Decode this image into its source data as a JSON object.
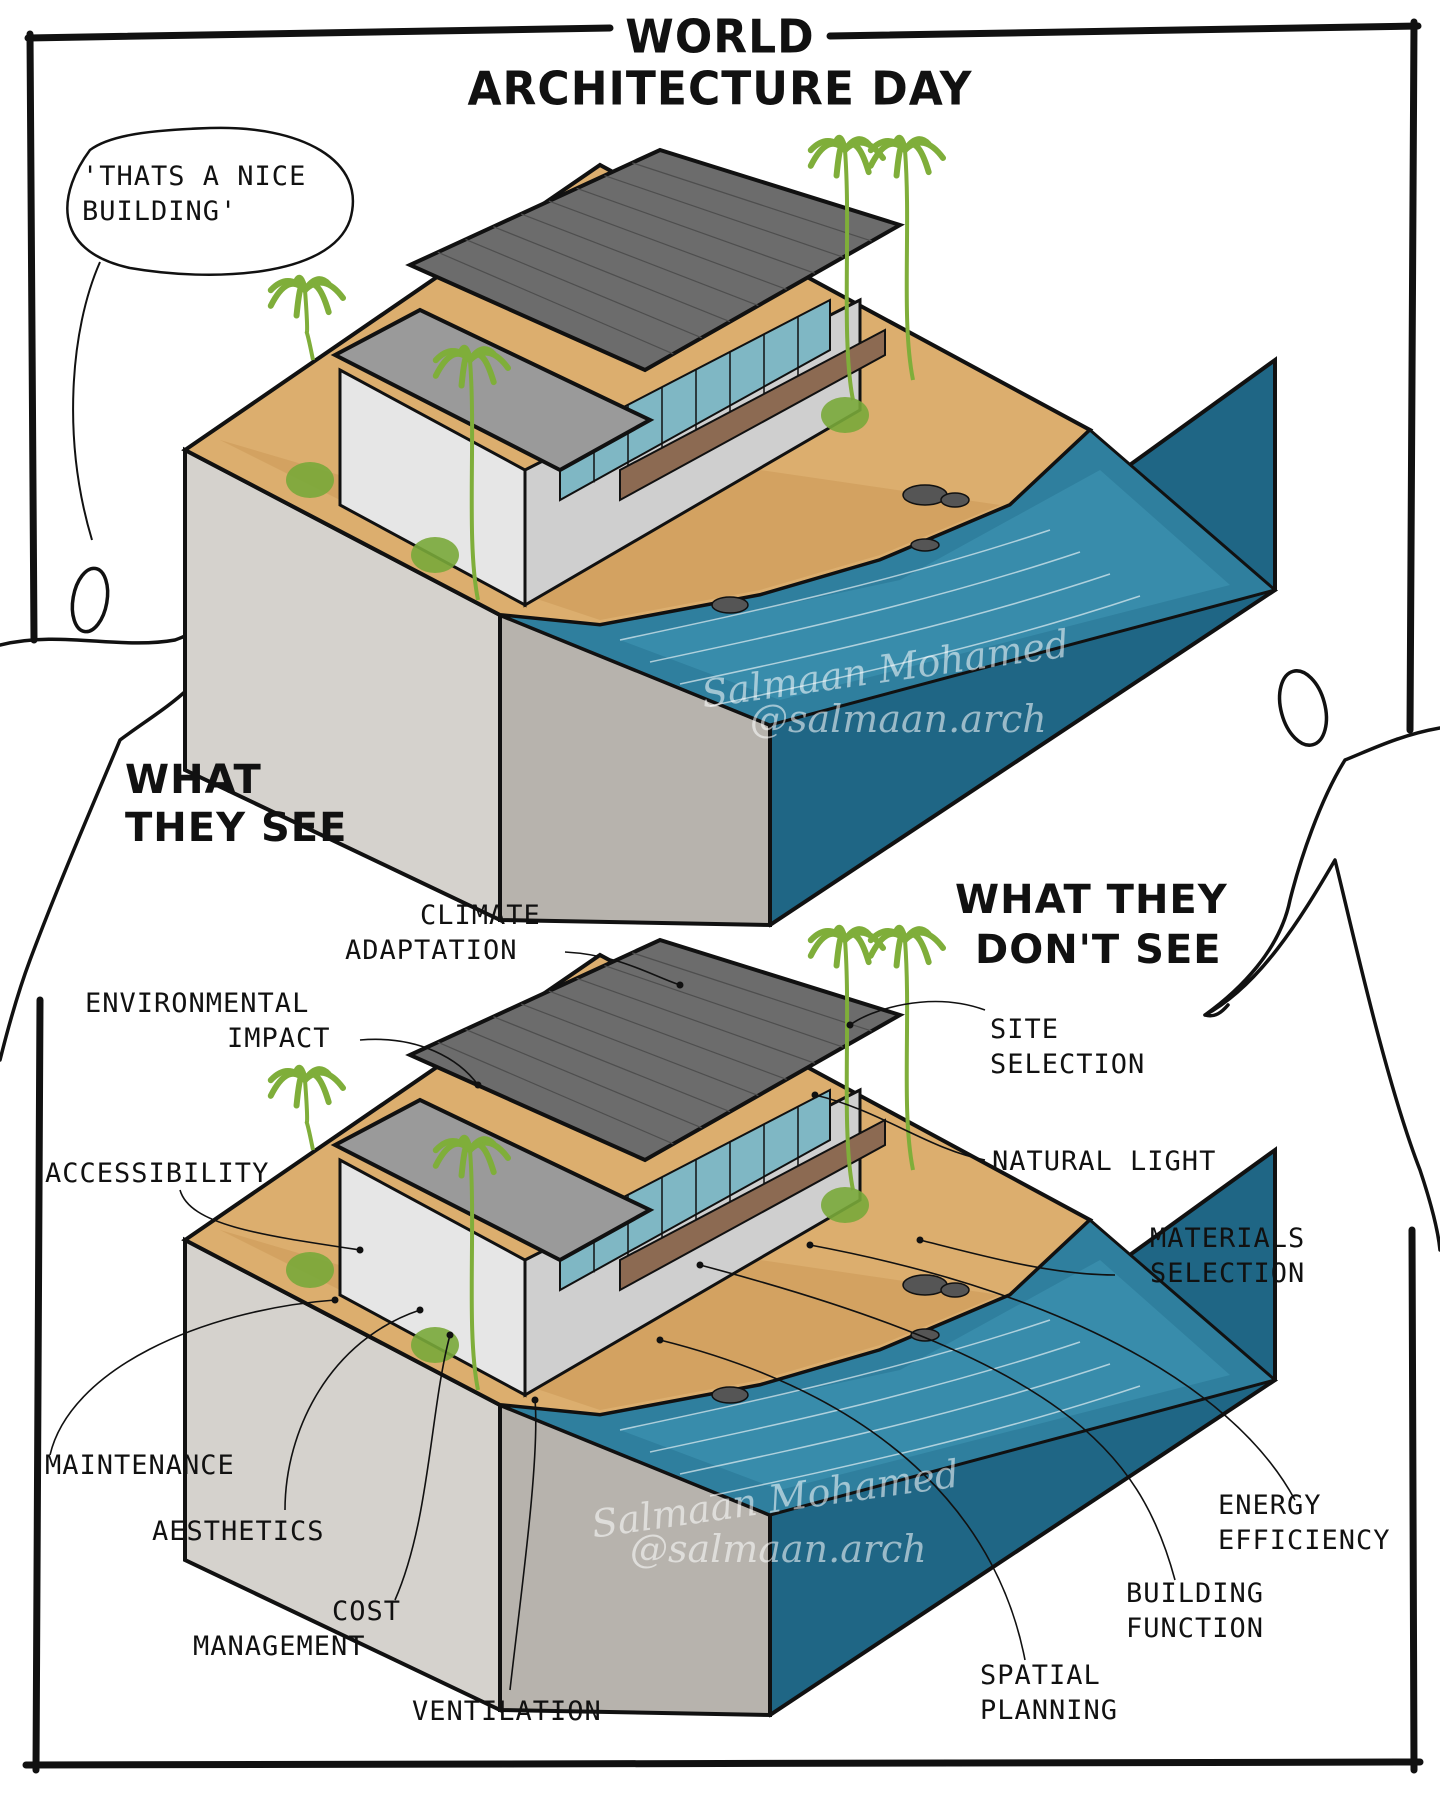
{
  "title": {
    "line1": "WORLD",
    "line2": "ARCHITECTURE DAY"
  },
  "speech_bubble": {
    "line1": "'THATS A NICE",
    "line2": "BUILDING'"
  },
  "panels": {
    "top_caption": {
      "line1": "WHAT",
      "line2": "THEY SEE"
    },
    "bottom_caption": {
      "line1": "WHAT THEY",
      "line2": "DON'T SEE"
    }
  },
  "watermark": {
    "signature": "Salmaan Mohamed",
    "handle": "@salmaan.arch"
  },
  "labels": {
    "climate": {
      "line1": "CLIMATE",
      "line2": "ADAPTATION"
    },
    "environment": {
      "line1": "ENVIRONMENTAL",
      "line2": "IMPACT"
    },
    "accessibility": {
      "line1": "ACCESSIBILITY"
    },
    "site": {
      "line1": "SITE",
      "line2": "SELECTION"
    },
    "light": {
      "line1": "NATURAL LIGHT"
    },
    "materials": {
      "line1": "MATERIALS",
      "line2": "SELECTION"
    },
    "maintenance": {
      "line1": "MAINTENANCE"
    },
    "aesthetics": {
      "line1": "AESTHETICS"
    },
    "cost": {
      "line1": "COST",
      "line2": "MANAGEMENT"
    },
    "ventilation": {
      "line1": "VENTILATION"
    },
    "energy": {
      "line1": "ENERGY",
      "line2": "EFFICIENCY"
    },
    "function": {
      "line1": "BUILDING",
      "line2": "FUNCTION"
    },
    "spatial": {
      "line1": "SPATIAL",
      "line2": "PLANNING"
    }
  },
  "colors": {
    "ink": "#111111",
    "sand": "#dcae6e",
    "sand_dark": "#c99653",
    "water": "#2f7f9e",
    "water_dark": "#1f6685",
    "water_light": "#4aa6c4",
    "soil": "#d5d2cd",
    "soil_dark": "#b7b3ad",
    "roof": "#6c6c6c",
    "roof_light": "#9a9a9a",
    "wall": "#e6e6e6",
    "deck": "#8c6a52",
    "palm": "#7fae3a",
    "bush": "#79a83a"
  }
}
